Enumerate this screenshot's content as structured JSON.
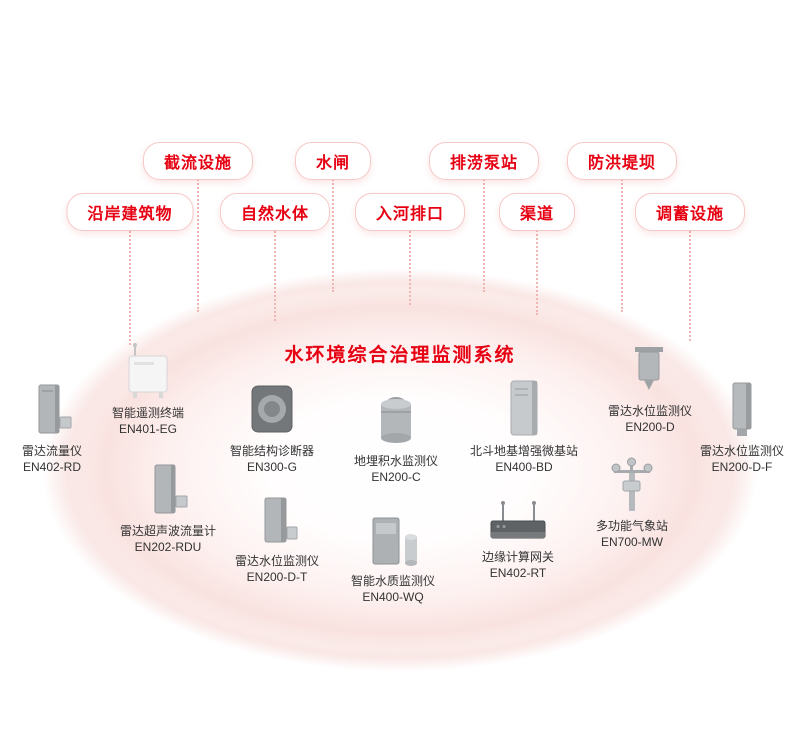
{
  "title": "水环境综合治理监测系统",
  "accent_color": "#e60012",
  "pills": [
    {
      "label": "截流设施"
    },
    {
      "label": "水闸"
    },
    {
      "label": "排涝泵站"
    },
    {
      "label": "防洪堤坝"
    },
    {
      "label": "沿岸建筑物"
    },
    {
      "label": "自然水体"
    },
    {
      "label": "入河排口"
    },
    {
      "label": "渠道"
    },
    {
      "label": "调蓄设施"
    }
  ],
  "devices": [
    {
      "name": "雷达流量仪",
      "model": "EN402-RD"
    },
    {
      "name": "智能遥测终端",
      "model": "EN401-EG"
    },
    {
      "name": "智能结构诊断器",
      "model": "EN300-G"
    },
    {
      "name": "地埋积水监测仪",
      "model": "EN200-C"
    },
    {
      "name": "北斗地基增强微基站",
      "model": "EN400-BD"
    },
    {
      "name": "雷达水位监测仪",
      "model": "EN200-D"
    },
    {
      "name": "雷达水位监测仪",
      "model": "EN200-D-F"
    },
    {
      "name": "雷达超声波流量计",
      "model": "EN202-RDU"
    },
    {
      "name": "雷达水位监测仪",
      "model": "EN200-D-T"
    },
    {
      "name": "智能水质监测仪",
      "model": "EN400-WQ"
    },
    {
      "name": "边缘计算网关",
      "model": "EN402-RT"
    },
    {
      "name": "多功能气象站",
      "model": "EN700-MW"
    }
  ]
}
